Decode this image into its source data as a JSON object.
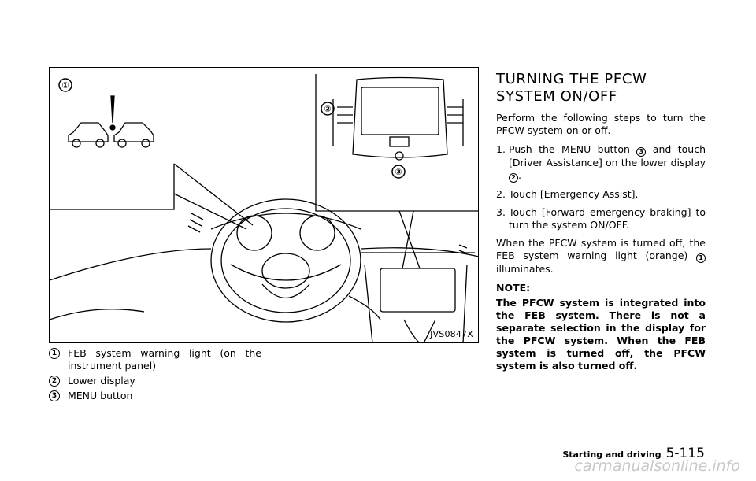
{
  "figure": {
    "id": "JVS0847X",
    "callouts": [
      "①",
      "②",
      "③"
    ]
  },
  "captions": [
    {
      "marker": "1",
      "text": "FEB system warning light (on the instrument panel)"
    },
    {
      "marker": "2",
      "text": "Lower display"
    },
    {
      "marker": "3",
      "text": "MENU button"
    }
  ],
  "section": {
    "heading": "TURNING THE PFCW SYSTEM ON/OFF",
    "intro": "Perform the following steps to turn the PFCW system on or off.",
    "steps": [
      {
        "num": "1.",
        "before": "Push the MENU button ",
        "marker": "3",
        "middle": " and touch [Driver Assistance] on the lower display ",
        "marker2": "2",
        "after": "."
      },
      {
        "num": "2.",
        "text": "Touch [Emergency Assist]."
      },
      {
        "num": "3.",
        "text": "Touch [Forward emergency braking] to turn the system ON/OFF."
      }
    ],
    "para2_before": "When the PFCW system is turned off, the FEB system warning light (orange) ",
    "para2_marker": "1",
    "para2_after": " illuminates.",
    "note_title": "NOTE:",
    "note_text": "The PFCW system is integrated into the FEB system. There is not a separate selection in the display for the PFCW system. When the FEB system is turned off, the PFCW system is also turned off."
  },
  "footer": {
    "section": "Starting and driving",
    "page": "5-115"
  },
  "watermark": "carmanualsonline.info"
}
